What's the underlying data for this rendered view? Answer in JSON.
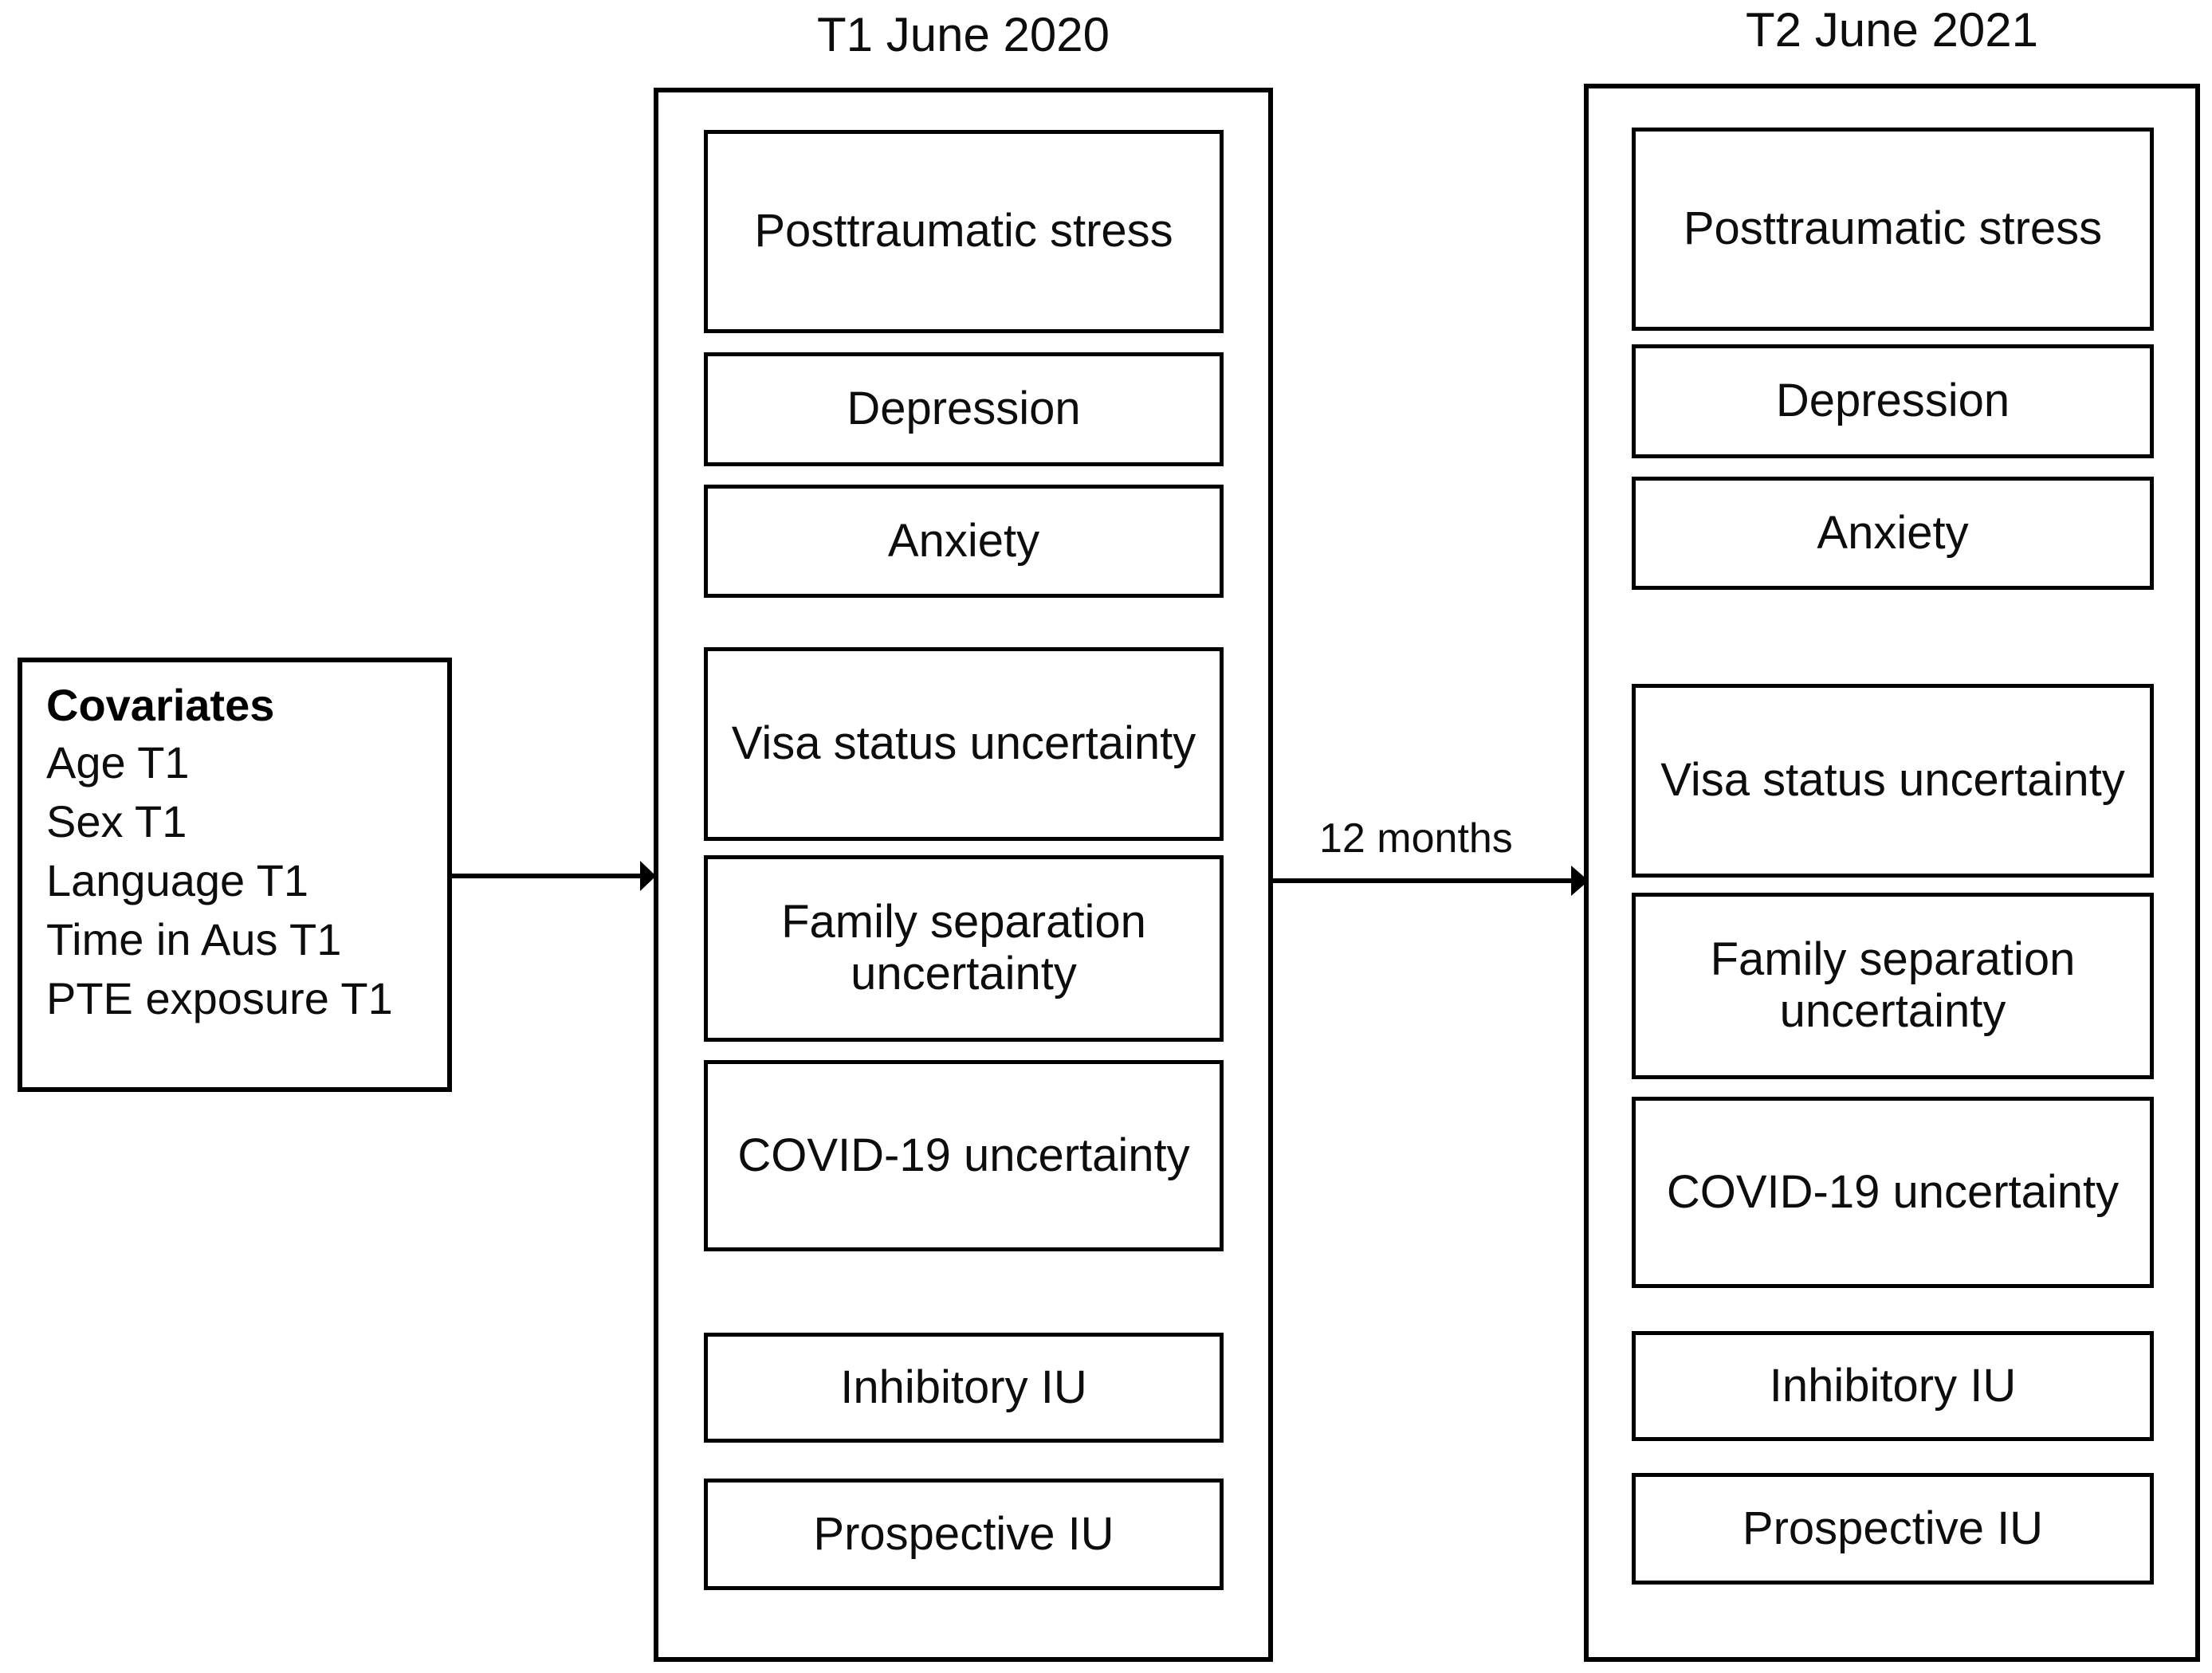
{
  "figure": {
    "title_left": "T1 June 2020",
    "title_right": "T2 June 2021",
    "interval_label": "12 months",
    "line_color": "#000000",
    "text_color": "#0d0d0d",
    "background": "#ffffff"
  },
  "covariates": {
    "heading": "Covariates",
    "items": [
      "Age T1",
      "Sex T1",
      "Language T1",
      "Time in Aus T1",
      "PTE exposure T1"
    ]
  },
  "t1": {
    "header": "T1 June 2020",
    "boxes": [
      "Posttraumatic stress",
      "Depression",
      "Anxiety",
      "Visa status uncertainty",
      "Family separation uncertainty",
      "COVID-19 uncertainty",
      "Inhibitory IU",
      "Prospective IU"
    ]
  },
  "t2": {
    "header": "T2 June 2021",
    "boxes": [
      "Posttraumatic stress",
      "Depression",
      "Anxiety",
      "Visa status uncertainty",
      "Family separation uncertainty",
      "COVID-19 uncertainty",
      "Inhibitory IU",
      "Prospective IU"
    ]
  }
}
